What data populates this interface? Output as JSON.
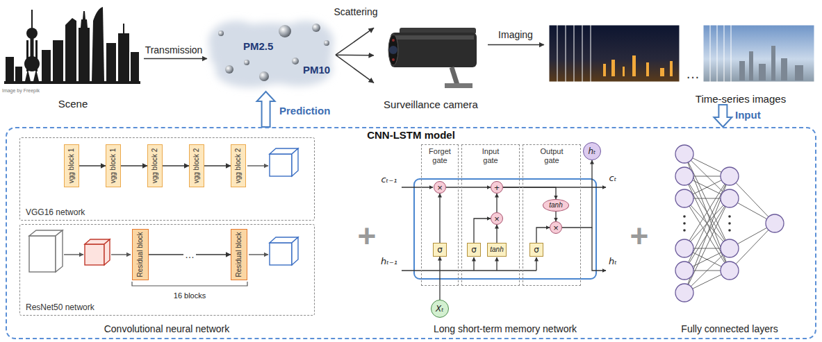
{
  "diagram": {
    "nodes": [
      {
        "text": [
          "Scene"
        ]
      },
      {
        "text": [
          "PM2.5",
          "PM10"
        ]
      },
      {
        "text": [
          "Surveillance camera"
        ]
      },
      {
        "text": [
          "Time-series images"
        ]
      },
      {
        "text": [
          "CNN-LSTM model"
        ]
      },
      {
        "text": [
          "VGG16 network"
        ],
        "in": 4
      },
      {
        "text": [
          "vgg block 1"
        ],
        "in": 5
      },
      {
        "text": [
          "vgg block 1"
        ],
        "in": 5
      },
      {
        "text": [
          "vgg block 2"
        ],
        "in": 5
      },
      {
        "text": [
          "vgg block 2"
        ],
        "in": 5
      },
      {
        "text": [
          "vgg block 2"
        ],
        "in": 5
      },
      {
        "text": [
          "ResNet50 network"
        ],
        "in": 4
      },
      {
        "text": [
          "Residual block"
        ],
        "in": 11
      },
      {
        "text": [
          "Residual block"
        ],
        "in": 11
      },
      {
        "text": [
          "Forget gate"
        ],
        "in": 4
      },
      {
        "text": [
          "×"
        ],
        "in": 14
      },
      {
        "text": [
          "σ"
        ],
        "in": 14
      },
      {
        "text": [
          "Input gate"
        ],
        "in": 4
      },
      {
        "text": [
          "+"
        ],
        "in": 17
      },
      {
        "text": [
          "×"
        ],
        "in": 17
      },
      {
        "text": [
          "σ"
        ],
        "in": 17
      },
      {
        "text": [
          "tanh"
        ],
        "in": 17
      },
      {
        "text": [
          "Output gate"
        ],
        "in": 4
      },
      {
        "text": [
          "tanh"
        ],
        "in": 22
      },
      {
        "text": [
          "×"
        ],
        "in": 22
      },
      {
        "text": [
          "σ"
        ],
        "in": 22
      },
      {
        "text": [
          "hₜ"
        ],
        "in": 4
      },
      {
        "text": [
          "Xₜ"
        ],
        "in": 4
      }
    ],
    "edges": [
      {
        "from": 0,
        "to": 1,
        "label": "Transmission",
        "arrow": "to"
      },
      {
        "from": 1,
        "to": 2,
        "label": "Scattering",
        "arrow": "to"
      },
      {
        "from": 1,
        "to": 2,
        "arrow": "to"
      },
      {
        "from": 1,
        "to": 2,
        "arrow": "to"
      },
      {
        "from": 2,
        "to": 3,
        "label": "Imaging",
        "arrow": "to"
      },
      {
        "from": 3,
        "to": 4,
        "label": "Input",
        "arrow": "to"
      },
      {
        "from": 4,
        "to": 1,
        "label": "Prediction",
        "arrow": "to"
      },
      {
        "from": 6,
        "to": 7,
        "arrow": "to"
      },
      {
        "from": 7,
        "to": 8,
        "arrow": "to"
      },
      {
        "from": 8,
        "to": 9,
        "arrow": "to"
      },
      {
        "from": 9,
        "to": 10,
        "arrow": "to"
      },
      {
        "from": 12,
        "to": 13,
        "label": "…",
        "arrow": "to"
      },
      {
        "from": 16,
        "to": 15,
        "arrow": "to"
      },
      {
        "from": 15,
        "to": 18,
        "arrow": "to"
      },
      {
        "from": 20,
        "to": 19,
        "arrow": "to"
      },
      {
        "from": 21,
        "to": 19,
        "arrow": "to"
      },
      {
        "from": 19,
        "to": 18,
        "arrow": "to"
      },
      {
        "from": 18,
        "to": 23,
        "arrow": "to"
      },
      {
        "from": 23,
        "to": 24,
        "arrow": "to"
      },
      {
        "from": 25,
        "to": 24,
        "arrow": "to"
      },
      {
        "from": 24,
        "to": 26,
        "arrow": "to"
      },
      {
        "from": 27,
        "to": 16,
        "arrow": "to"
      }
    ],
    "labels": [
      "Image by Freepik",
      "…",
      "Convolutional neural network",
      "16 blocks",
      "+",
      "+",
      "cₜ₋₁",
      "hₜ₋₁",
      "cₜ",
      "hₜ",
      "Long short-term memory network",
      "Fully connected layers"
    ]
  }
}
